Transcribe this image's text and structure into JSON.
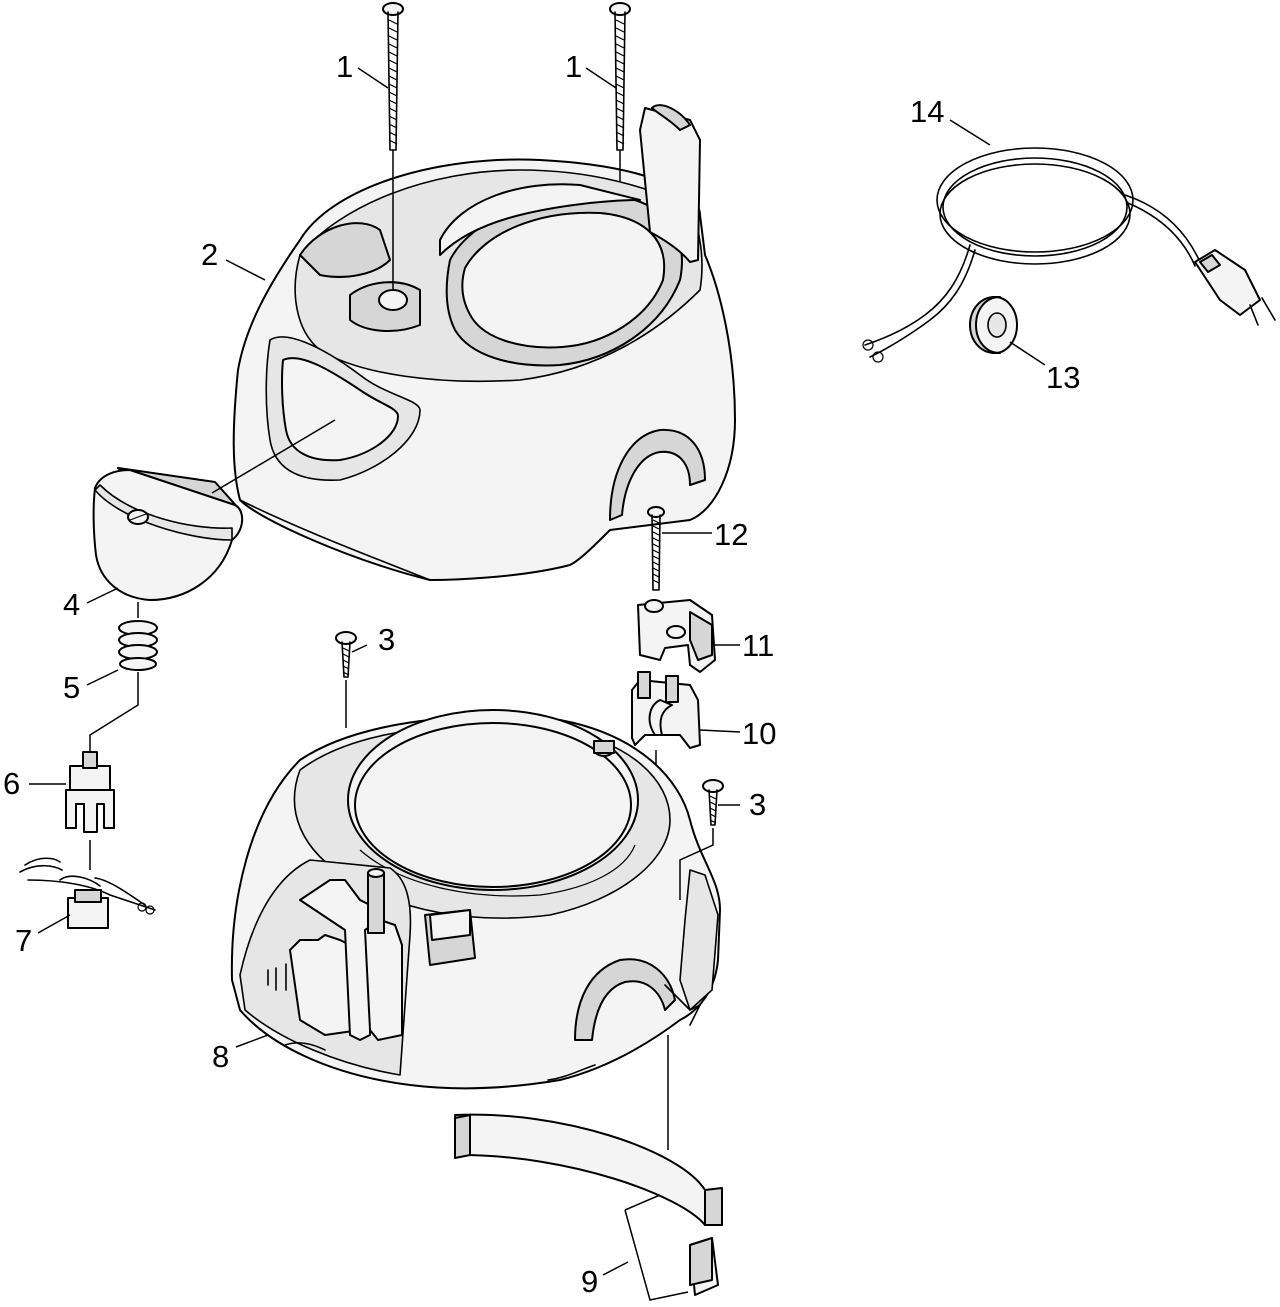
{
  "callouts": {
    "c1a": "1",
    "c1b": "1",
    "c2": "2",
    "c3a": "3",
    "c3b": "3",
    "c4": "4",
    "c5": "5",
    "c6": "6",
    "c7": "7",
    "c8": "8",
    "c9": "9",
    "c10": "10",
    "c11": "11",
    "c12": "12",
    "c13": "13",
    "c14": "14"
  },
  "icons": {
    "screw": "long-screw-icon",
    "short_screw": "short-screw-icon",
    "cover": "motor-cover-icon",
    "base": "motor-housing-icon",
    "cord": "power-cord-icon"
  },
  "colors": {
    "line": "#000000",
    "fill": "#f4f4f4",
    "shade": "#d6d6d6"
  }
}
